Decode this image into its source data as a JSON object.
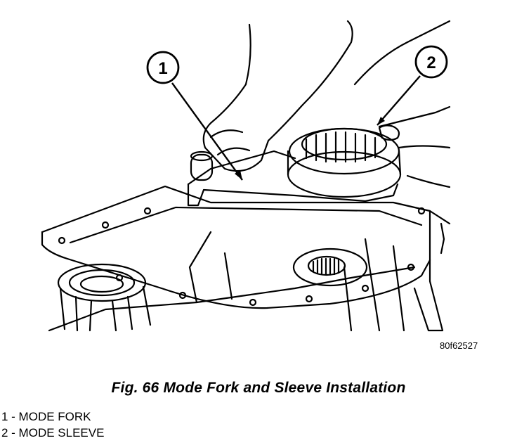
{
  "figure": {
    "id": "80f62527",
    "caption": "Fig. 66 Mode Fork and Sleeve Installation"
  },
  "callouts": [
    {
      "number": "1",
      "label": "MODE FORK"
    },
    {
      "number": "2",
      "label": "MODE SLEEVE"
    }
  ],
  "legend": [
    "1 - MODE FORK",
    "2 - MODE SLEEVE"
  ]
}
